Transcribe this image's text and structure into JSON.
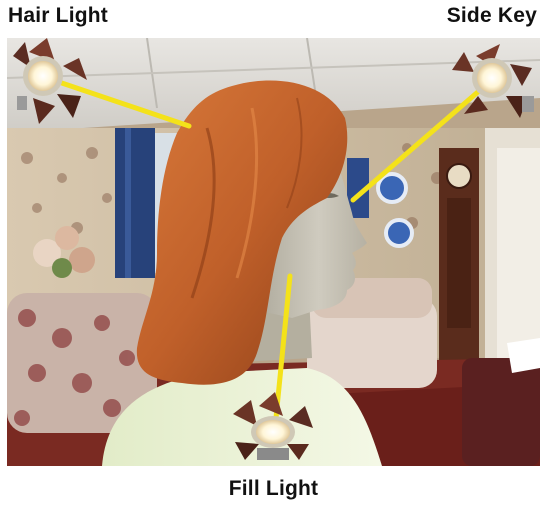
{
  "labels": {
    "hair_light": "Hair Light",
    "side_key": "Side Key",
    "fill_light": "Fill Light"
  },
  "colors": {
    "beam": "#f4e21a",
    "hair": "#c8642a",
    "skin": "#cbc6b8",
    "lamp_flap": "#6b3a2a",
    "lamp_bulb": "#fffbe6"
  }
}
